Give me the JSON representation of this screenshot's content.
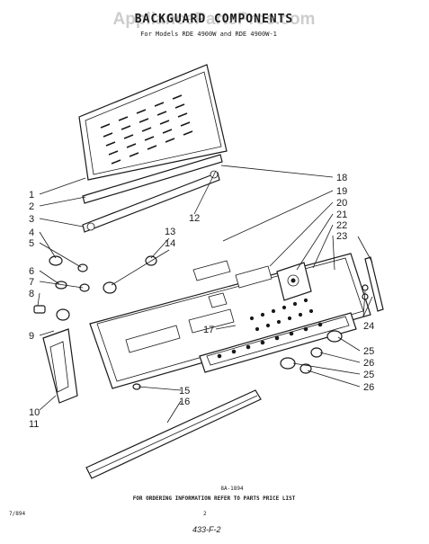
{
  "page": {
    "watermark": "AppliancePartsPros.com",
    "title": "BACKGUARD COMPONENTS",
    "subtitle": "For Models RDE 4900W and RDE 4900W-1",
    "drawing_code": "8A-1894",
    "footer_note": "FOR ORDERING INFORMATION REFER TO PARTS PRICE LIST",
    "print_code": "7/894",
    "page_number": "2",
    "handwritten_ref": "433-F-2"
  },
  "callouts_left": [
    "1",
    "2",
    "3",
    "4",
    "5",
    "6",
    "7",
    "8",
    "9",
    "10",
    "11"
  ],
  "callouts_center": [
    "12",
    "13",
    "14",
    "15",
    "16",
    "17"
  ],
  "callouts_right": [
    "18",
    "19",
    "20",
    "21",
    "22",
    "23",
    "24",
    "25",
    "26",
    "25",
    "26"
  ],
  "colors": {
    "ink": "#1a1a1a",
    "paper": "#ffffff",
    "watermark": "#c8c8c8"
  }
}
